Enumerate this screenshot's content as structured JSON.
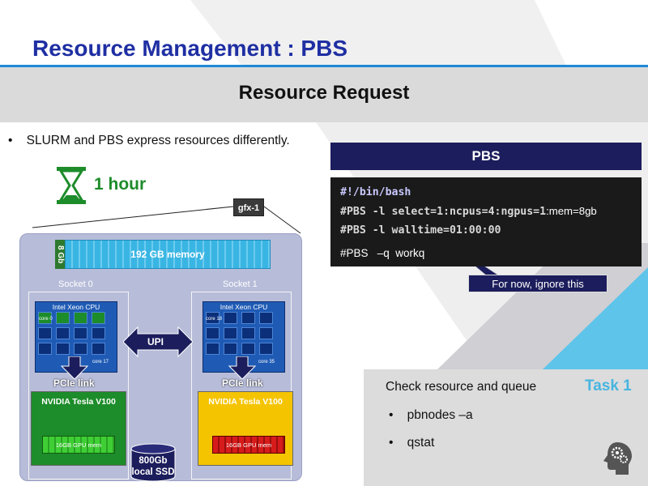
{
  "slide": {
    "title": "Resource Management : PBS",
    "subtitle": "Resource Request",
    "bullet": "SLURM and PBS express resources differently."
  },
  "diagram": {
    "time_label": "1 hour",
    "gfx_label": "gfx-1",
    "memory_small": "8 Gb",
    "memory_main": "192 GB memory",
    "socket0": "Socket 0",
    "socket1": "Socket 1",
    "cpu_label": "Intel Xeon CPU",
    "cpu0_core_first": "core 0",
    "cpu0_core_last": "core 17",
    "cpu1_core_first": "core 18",
    "cpu1_core_last": "core 35",
    "upi": "UPI",
    "pcie": "PCIe link",
    "gpu": "NVIDIA Tesla V100",
    "gpu_mem": "16GB GPU mem",
    "ssd_line1": "800Gb",
    "ssd_line2": "local SSD"
  },
  "pbs": {
    "header": "PBS",
    "line1": "#!/bin/bash",
    "line2_code": "#PBS -l select=1:ncpus=4:ngpus=1",
    "line2_tail": ":mem=8gb",
    "line3": "#PBS -l walltime=01:00:00",
    "line4": "#PBS   –q  workq",
    "callout": "For now, ignore this"
  },
  "task": {
    "title": "Task 1",
    "heading": "Check resource and queue",
    "items": [
      "pbnodes –a",
      "qstat"
    ]
  },
  "colors": {
    "title_blue": "#1f2fa3",
    "accent_blue": "#1e88d8",
    "navy": "#1c1d5c",
    "green": "#1d8c2a",
    "task_cyan": "#47b5e0"
  }
}
